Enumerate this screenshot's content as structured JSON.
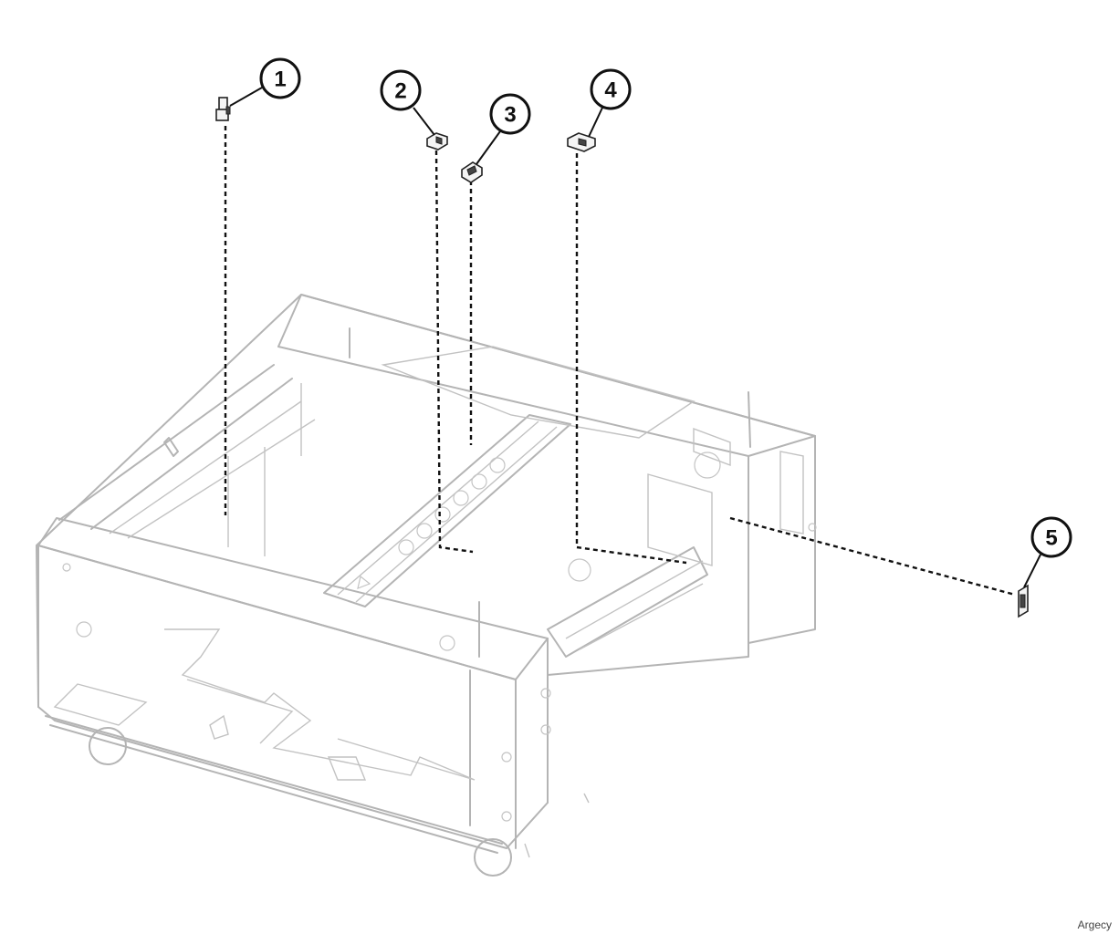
{
  "figure": {
    "callouts": [
      {
        "id": 1,
        "label": "1",
        "part_icon": "sensor-bracket-icon"
      },
      {
        "id": 2,
        "label": "2",
        "part_icon": "sensor-icon"
      },
      {
        "id": 3,
        "label": "3",
        "part_icon": "connector-icon"
      },
      {
        "id": 4,
        "label": "4",
        "part_icon": "sensor-icon"
      },
      {
        "id": 5,
        "label": "5",
        "part_icon": "sensor-flag-icon"
      }
    ],
    "assembly_icon": "tray-frame-icon"
  },
  "watermark": "Argecy"
}
